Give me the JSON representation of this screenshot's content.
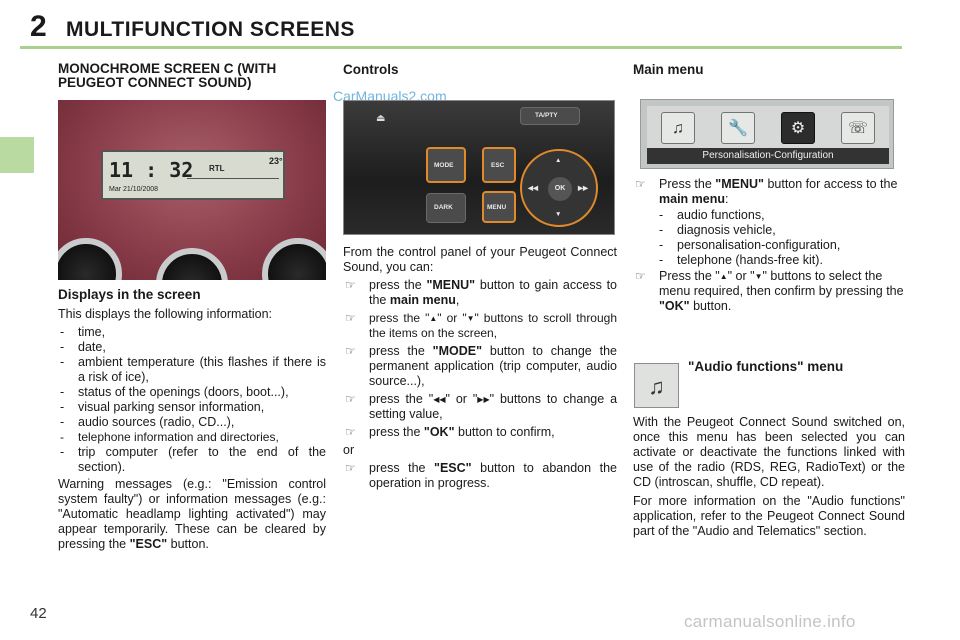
{
  "header": {
    "chapter_number": "2",
    "chapter_title": "MULTIFUNCTION SCREENS",
    "page_number": "42",
    "watermark_top": "CarManuals2.com",
    "watermark_bottom": "carmanualsonline.info",
    "accent_color": "#a9d08e"
  },
  "col1": {
    "heading": "MONOCHROME SCREEN C (WITH PEUGEOT CONNECT SOUND)",
    "cluster_display": {
      "clock": "11 : 32",
      "date": "Mar 21/10/2008",
      "radio": "RTL",
      "temp": "23°"
    },
    "subheading": "Displays in the screen",
    "intro": "This displays the following information:",
    "items": [
      "time,",
      "date,",
      "ambient temperature (this flashes if there is a risk of ice),",
      "status of the openings (doors, boot...),",
      "visual parking sensor information,",
      "audio sources (radio, CD...),",
      "telephone information and directories,",
      "trip computer (refer to the end of the section)."
    ],
    "warning_text": "Warning messages (e.g.: \"Emission control system faulty\") or information messages (e.g.: \"Automatic headlamp lighting activated\") may appear temporarily. These can be cleared by pressing the",
    "warning_esc": "\"ESC\"",
    "warning_end": "button."
  },
  "col2": {
    "heading": "Controls",
    "panel_labels": {
      "mode": "MODE",
      "dark": "DARK",
      "esc": "ESC",
      "menu": "MENU",
      "ok": "OK",
      "ta": "TA/PTY"
    },
    "intro": "From the control panel of your Peugeot Connect Sound, you can:",
    "b1_pre": "press the",
    "b1_key": "\"MENU\"",
    "b1_mid": "button to gain access to the",
    "b1_key2": "main menu",
    "b1_end": ",",
    "b2_pre": "press the \"",
    "b2_mid": "\" or \"",
    "b2_end": "\" buttons to scroll through the items on the screen,",
    "b3_pre": "press the",
    "b3_key": "\"MODE\"",
    "b3_end": "button to change the permanent application (trip computer, audio source...),",
    "b4_pre": "press the \"",
    "b4_mid": "\" or \"",
    "b4_end": "\" buttons to change a setting value,",
    "b5_pre": "press the",
    "b5_key": "\"OK\"",
    "b5_end": "button to confirm,",
    "or": "or",
    "b6_pre": "press the",
    "b6_key": "\"ESC\"",
    "b6_end": "button to abandon the operation in progress."
  },
  "col3": {
    "heading": "Main menu",
    "menu_bar": "Personalisation-Configuration",
    "b1_pre": "Press the",
    "b1_key": "\"MENU\"",
    "b1_mid": "button for access to the",
    "b1_key2": "main menu",
    "b1_end": ":",
    "items": [
      "audio functions,",
      "diagnosis vehicle,",
      "personalisation-configuration,",
      "telephone (hands-free kit)."
    ],
    "b2_pre": "Press the \"",
    "b2_mid": "\" or \"",
    "b2_end": "\" buttons to select the menu required, then confirm by pressing the",
    "b2_key": "\"OK\"",
    "b2_tail": "button.",
    "audio_heading": "\"Audio functions\" menu",
    "audio_p1": "With the Peugeot Connect Sound switched on, once this menu has been selected you can activate or deactivate the functions linked with use of the radio (RDS, REG, RadioText) or the CD (introscan, shuffle, CD repeat).",
    "audio_p2": "For more information on the \"Audio functions\" application, refer to the Peugeot Connect Sound part of the \"Audio and Telematics\" section."
  }
}
